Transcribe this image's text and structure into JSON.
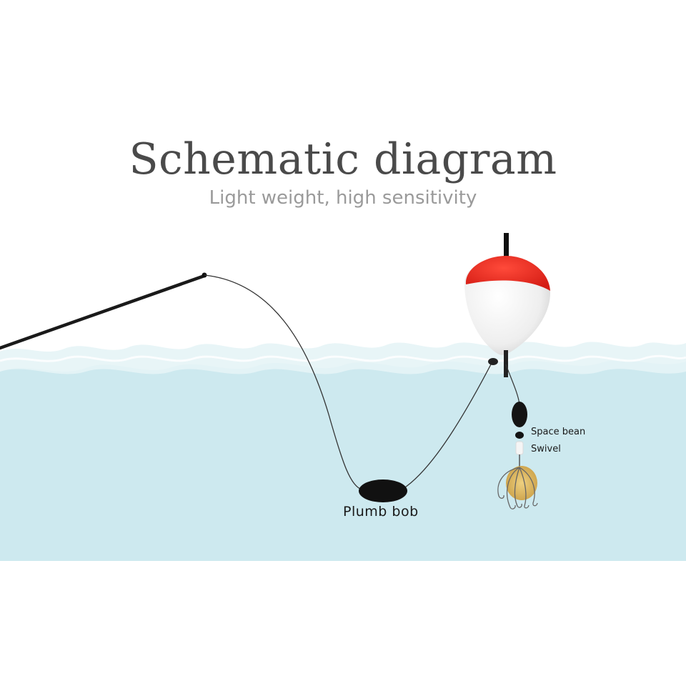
{
  "header": {
    "title": "Schematic diagram",
    "subtitle": "Light weight, high sensitivity"
  },
  "labels": {
    "plumb_bob": "Plumb bob",
    "space_bean": "Space bean",
    "swivel": "Swivel"
  },
  "colors": {
    "water": "#cde9ef",
    "float_top": "#e8271f",
    "float_body": "#f2f2f2",
    "line": "#333333",
    "hook_bait": "#d9b25a"
  }
}
